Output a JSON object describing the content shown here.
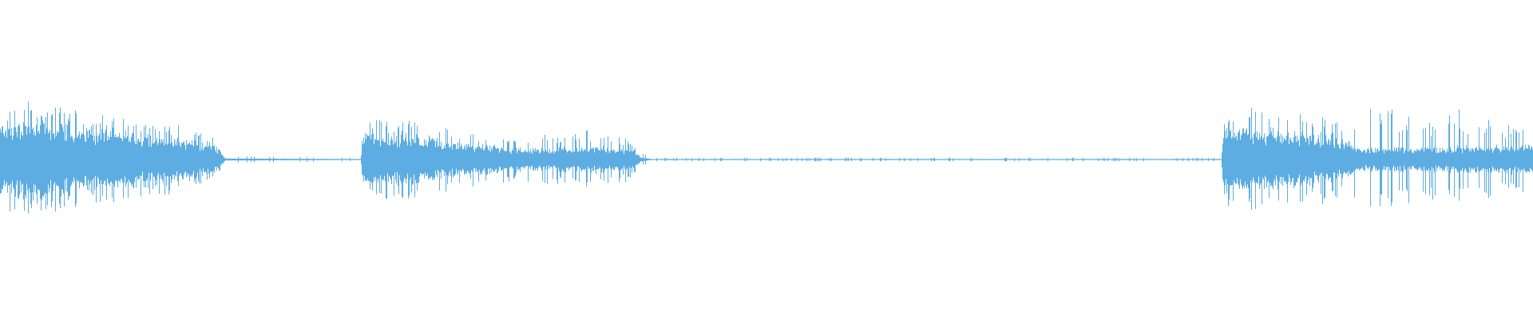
{
  "chart_data": {
    "type": "waveform",
    "color": "#5dade2",
    "background": "#ffffff",
    "grid": false,
    "axes_visible": false,
    "amplitude_range": [
      -1,
      1
    ],
    "envelope": [
      {
        "t": 0.0,
        "amp": 0.22,
        "peak": 0.3
      },
      {
        "t": 0.015,
        "amp": 0.25,
        "peak": 0.36
      },
      {
        "t": 0.03,
        "amp": 0.22,
        "peak": 0.3
      },
      {
        "t": 0.055,
        "amp": 0.2,
        "peak": 0.3
      },
      {
        "t": 0.08,
        "amp": 0.17,
        "peak": 0.24
      },
      {
        "t": 0.12,
        "amp": 0.13,
        "peak": 0.19
      },
      {
        "t": 0.14,
        "amp": 0.09,
        "peak": 0.12
      },
      {
        "t": 0.147,
        "amp": 0.01,
        "peak": 0.02
      },
      {
        "t": 0.235,
        "amp": 0.005,
        "peak": 0.01
      },
      {
        "t": 0.237,
        "amp": 0.16,
        "peak": 0.22
      },
      {
        "t": 0.27,
        "amp": 0.15,
        "peak": 0.24
      },
      {
        "t": 0.3,
        "amp": 0.1,
        "peak": 0.16
      },
      {
        "t": 0.34,
        "amp": 0.07,
        "peak": 0.13
      },
      {
        "t": 0.39,
        "amp": 0.08,
        "peak": 0.17
      },
      {
        "t": 0.412,
        "amp": 0.06,
        "peak": 0.12
      },
      {
        "t": 0.418,
        "amp": 0.02,
        "peak": 0.03
      },
      {
        "t": 0.425,
        "amp": 0.005,
        "peak": 0.01
      },
      {
        "t": 0.797,
        "amp": 0.005,
        "peak": 0.01
      },
      {
        "t": 0.799,
        "amp": 0.2,
        "peak": 0.28
      },
      {
        "t": 0.83,
        "amp": 0.18,
        "peak": 0.3
      },
      {
        "t": 0.87,
        "amp": 0.14,
        "peak": 0.24
      },
      {
        "t": 0.89,
        "amp": 0.07,
        "peak": 0.3
      },
      {
        "t": 0.95,
        "amp": 0.08,
        "peak": 0.29
      },
      {
        "t": 1.0,
        "amp": 0.09,
        "peak": 0.2
      }
    ]
  }
}
